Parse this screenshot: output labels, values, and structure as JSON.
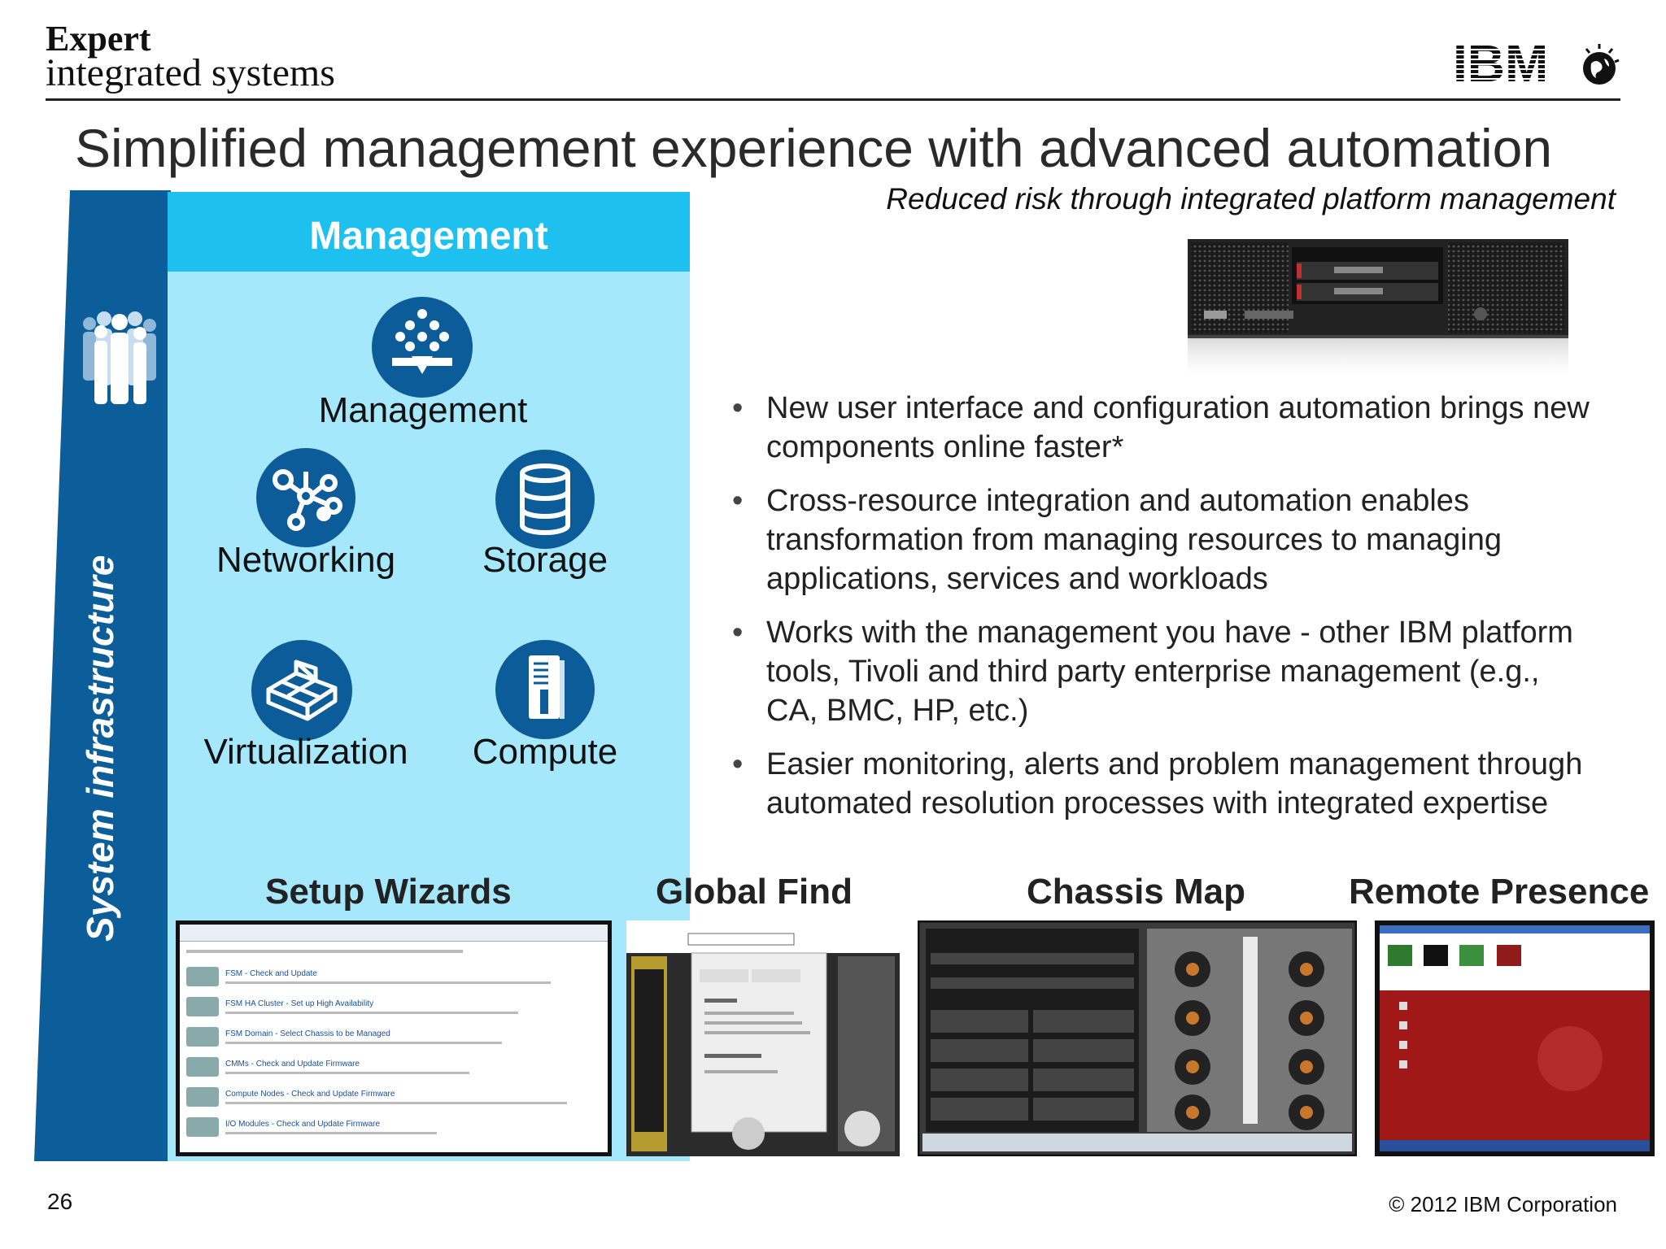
{
  "header": {
    "brand_line1": "Expert",
    "brand_line2": "integrated systems",
    "logo_text": "IBM",
    "title": "Simplified management experience with advanced automation",
    "subtitle": "Reduced risk through integrated platform management"
  },
  "panel": {
    "side_label": "System infrastructure",
    "header": "Management",
    "icons": [
      {
        "label": "Management",
        "icon": "management-icon"
      },
      {
        "label": "Networking",
        "icon": "networking-icon"
      },
      {
        "label": "Storage",
        "icon": "storage-icon"
      },
      {
        "label": "Virtualization",
        "icon": "virtualization-icon"
      },
      {
        "label": "Compute",
        "icon": "compute-icon"
      }
    ]
  },
  "bullets": [
    "New user interface and configuration automation brings new components online faster*",
    "Cross-resource integration and automation enables transformation from managing resources to managing applications, services and workloads",
    "Works with the management you have - other IBM platform tools, Tivoli and third party enterprise management (e.g., CA, BMC, HP, etc.)",
    "Easier monitoring, alerts and problem management through automated resolution processes with integrated expertise"
  ],
  "screenshots": [
    {
      "label": "Setup Wizards",
      "items": [
        "FSM - Check and Update",
        "FSM HA Cluster - Set up High Availability",
        "FSM Domain - Select Chassis to be Managed",
        "CMMs - Check and Update Firmware",
        "Compute Nodes - Check and Update Firmware",
        "I/O Modules - Check and Update Firmware"
      ]
    },
    {
      "label": "Global Find"
    },
    {
      "label": "Chassis Map"
    },
    {
      "label": "Remote Presence"
    }
  ],
  "footer": {
    "page_number": "26",
    "copyright": "© 2012 IBM Corporation"
  },
  "colors": {
    "dark_blue": "#0b5e9a",
    "panel_light": "#a6e8fb",
    "panel_header": "#1ec0f0",
    "icon_circle": "#0d5c9a"
  }
}
